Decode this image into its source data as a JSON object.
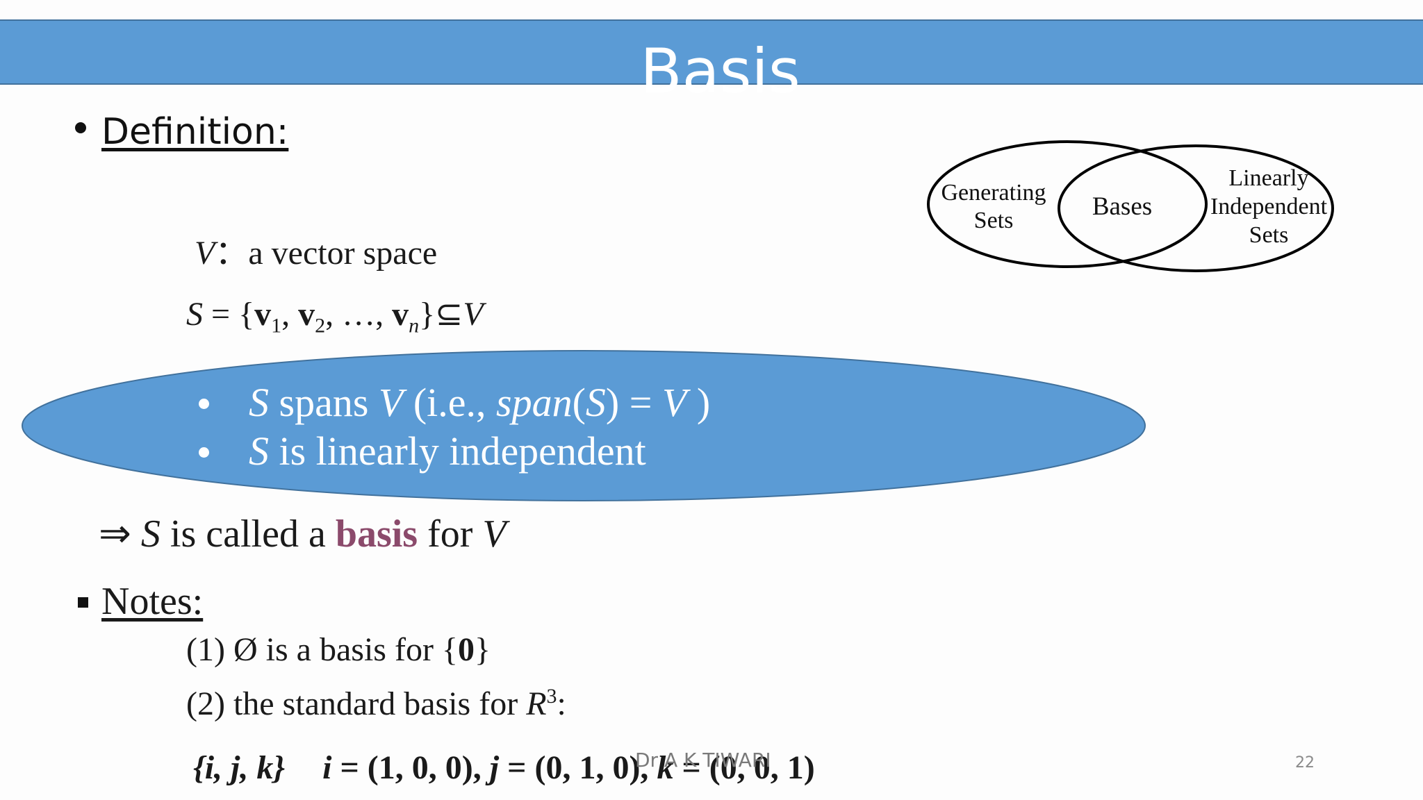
{
  "slide": {
    "title": "Basis",
    "definition_heading": "Definition:",
    "v_symbol": "V",
    "v_colon": "：",
    "v_text": "a vector space",
    "s_symbol": "S",
    "s_eq": " = {",
    "s_v1": "v",
    "s_sub1": "1",
    "s_sep1": ", ",
    "s_v2": "v",
    "s_sub2": "2",
    "s_sep2": ", …, ",
    "s_vn": "v",
    "s_subn": "n",
    "s_close": "}⊆",
    "s_V": "V",
    "cond1_S": "S",
    "cond1_text": " spans ",
    "cond1_V": "V",
    "cond1_ie": "  (i.e.,  ",
    "cond1_span": "span",
    "cond1_paren_open": "(",
    "cond1_S2": "S",
    "cond1_paren_close": ") = ",
    "cond1_V2": "V",
    "cond1_end": " )",
    "cond2_S": "S",
    "cond2_text": " is linearly independent",
    "implies": "⇒ ",
    "called_S": "S",
    "called_text": " is called a ",
    "called_basis": "basis",
    "called_for": " for ",
    "called_V": "V",
    "notes_heading": "Notes:",
    "note1_pre": "(1) Ø is a basis for {",
    "note1_zero": "0",
    "note1_post": "}",
    "note2_pre": "(2) the standard basis for ",
    "note2_R": "R",
    "note2_sup": "3",
    "note2_post": ":",
    "note3_set": "{i, j, k}",
    "note3_i": "i",
    "note3_i_val": " = (1, 0, 0),  ",
    "note3_j": "j",
    "note3_j_val": " = (0, 1, 0),  ",
    "note3_k": "k",
    "note3_k_val": " = (0, 0, 1)",
    "footer": "Dr A K TIWARI",
    "page_number": "22"
  },
  "venn": {
    "left_line1": "Generating",
    "left_line2": "Sets",
    "center": "Bases",
    "right_line1": "Linearly",
    "right_line2": "Independent",
    "right_line3": "Sets"
  },
  "colors": {
    "title_bar": "#5b9bd5",
    "ellipse_fill": "#5b9bd5",
    "basis_word": "#8b4a6b"
  }
}
